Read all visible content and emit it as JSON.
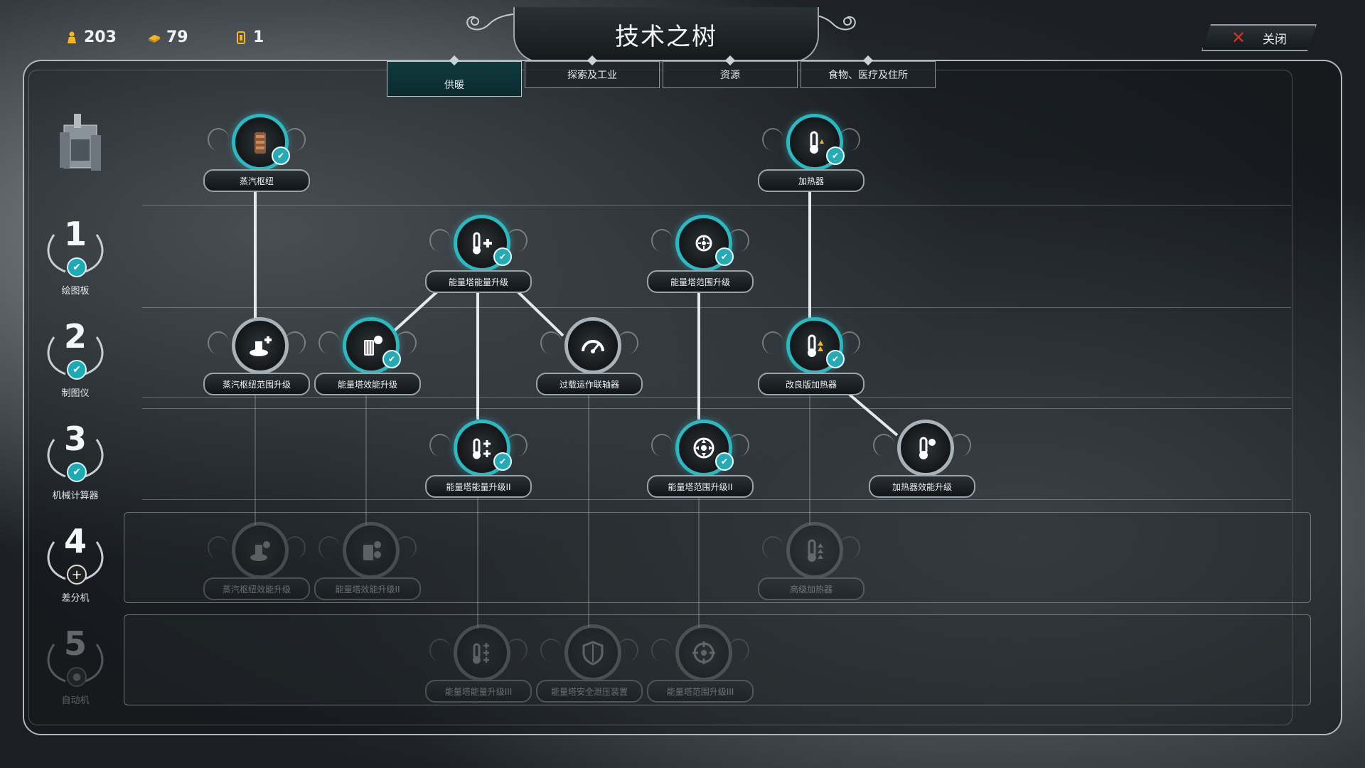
{
  "resources": [
    {
      "name": "workers",
      "icon": "worker-icon",
      "value": "203",
      "color": "#f5b62a"
    },
    {
      "name": "materials",
      "icon": "wood-icon",
      "value": "79",
      "color": "#f5b62a"
    },
    {
      "name": "cores",
      "icon": "core-icon",
      "value": "1",
      "color": "#f5b62a"
    }
  ],
  "title": "技术之树",
  "close_label": "关闭",
  "tabs": [
    {
      "label": "供暖",
      "active": true
    },
    {
      "label": "探索及工业",
      "active": false
    },
    {
      "label": "资源",
      "active": false
    },
    {
      "label": "食物、医疗及住所",
      "active": false
    }
  ],
  "tiers": [
    {
      "num": "1",
      "label": "绘图板",
      "state": "done"
    },
    {
      "num": "2",
      "label": "制图仪",
      "state": "done"
    },
    {
      "num": "3",
      "label": "机械计算器",
      "state": "done"
    },
    {
      "num": "4",
      "label": "差分机",
      "state": "add"
    },
    {
      "num": "5",
      "label": "自动机",
      "state": "locked"
    }
  ],
  "nodes": {
    "generator": {
      "label": "蒸汽枢纽",
      "state": "researched",
      "icon": "steam-hub-icon"
    },
    "heater": {
      "label": "加热器",
      "state": "researched",
      "icon": "heater-icon"
    },
    "power_upgrade": {
      "label": "能量塔能量升级",
      "state": "researched",
      "icon": "thermometer-plus-icon"
    },
    "range_upgrade": {
      "label": "能量塔范围升级",
      "state": "researched",
      "icon": "range-icon"
    },
    "hub_range": {
      "label": "蒸汽枢纽范围升级",
      "state": "available",
      "icon": "hub-range-icon"
    },
    "efficiency": {
      "label": "能量塔效能升级",
      "state": "researched",
      "icon": "efficiency-icon"
    },
    "overdrive": {
      "label": "过载运作联轴器",
      "state": "available",
      "icon": "gauge-icon"
    },
    "improved_heater": {
      "label": "改良版加热器",
      "state": "researched",
      "icon": "improved-heater-icon"
    },
    "power_upgrade_2": {
      "label": "能量塔能量升级II",
      "state": "researched",
      "icon": "thermometer-double-plus-icon"
    },
    "range_upgrade_2": {
      "label": "能量塔范围升级II",
      "state": "researched",
      "icon": "range-2-icon"
    },
    "heater_efficiency": {
      "label": "加热器效能升级",
      "state": "available",
      "icon": "heater-efficiency-icon"
    },
    "hub_efficiency": {
      "label": "蒸汽枢纽效能升级",
      "state": "locked",
      "icon": "hub-efficiency-icon"
    },
    "efficiency_2": {
      "label": "能量塔效能升级II",
      "state": "locked",
      "icon": "efficiency-2-icon"
    },
    "advanced_heater": {
      "label": "高级加热器",
      "state": "locked",
      "icon": "advanced-heater-icon"
    },
    "power_upgrade_3": {
      "label": "能量塔能量升级III",
      "state": "locked",
      "icon": "thermometer-triple-plus-icon"
    },
    "safety_valve": {
      "label": "能量塔安全泄压装置",
      "state": "locked",
      "icon": "shield-icon"
    },
    "range_upgrade_3": {
      "label": "能量塔范围升级III",
      "state": "locked",
      "icon": "range-3-icon"
    }
  },
  "colors": {
    "accent": "#2fb6bf",
    "close_x": "#d2322a",
    "resource": "#f5b62a"
  }
}
